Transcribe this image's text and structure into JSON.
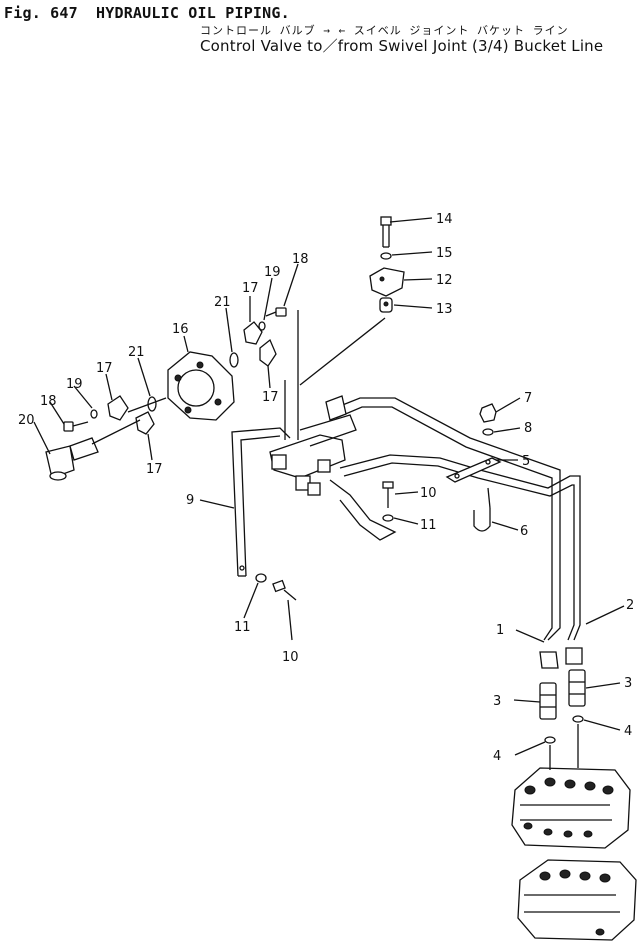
{
  "header": {
    "fig_number": "Fig. 647",
    "title": "HYDRAULIC OIL PIPING.",
    "subtitle_jp": "コントロール バルブ → ← スイベル ジョイント  バケット ライン",
    "subtitle_en": "Control Valve to／from Swivel Joint (3/4) Bucket Line"
  },
  "callouts": [
    {
      "id": "1",
      "label": "1"
    },
    {
      "id": "2",
      "label": "2"
    },
    {
      "id": "3a",
      "label": "3"
    },
    {
      "id": "3b",
      "label": "3"
    },
    {
      "id": "4a",
      "label": "4"
    },
    {
      "id": "4b",
      "label": "4"
    },
    {
      "id": "5",
      "label": "5"
    },
    {
      "id": "6",
      "label": "6"
    },
    {
      "id": "7",
      "label": "7"
    },
    {
      "id": "8",
      "label": "8"
    },
    {
      "id": "9",
      "label": "9"
    },
    {
      "id": "10a",
      "label": "10"
    },
    {
      "id": "10b",
      "label": "10"
    },
    {
      "id": "11a",
      "label": "11"
    },
    {
      "id": "11b",
      "label": "11"
    },
    {
      "id": "12",
      "label": "12"
    },
    {
      "id": "13",
      "label": "13"
    },
    {
      "id": "14",
      "label": "14"
    },
    {
      "id": "15",
      "label": "15"
    },
    {
      "id": "16",
      "label": "16"
    },
    {
      "id": "17a",
      "label": "17"
    },
    {
      "id": "17b",
      "label": "17"
    },
    {
      "id": "17c",
      "label": "17"
    },
    {
      "id": "17d",
      "label": "17"
    },
    {
      "id": "18a",
      "label": "18"
    },
    {
      "id": "18b",
      "label": "18"
    },
    {
      "id": "19a",
      "label": "19"
    },
    {
      "id": "19b",
      "label": "19"
    },
    {
      "id": "20",
      "label": "20"
    },
    {
      "id": "21a",
      "label": "21"
    },
    {
      "id": "21b",
      "label": "21"
    }
  ]
}
